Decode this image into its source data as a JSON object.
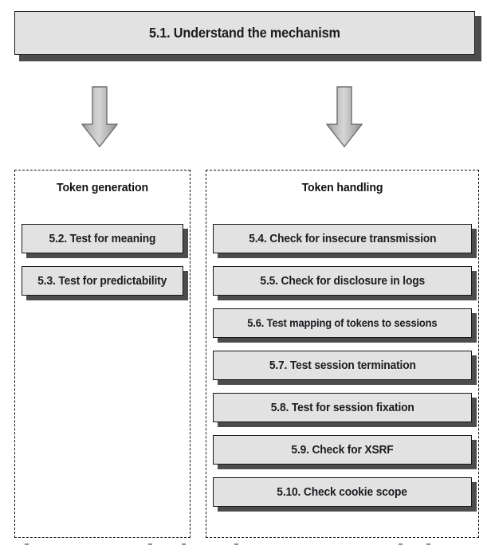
{
  "diagram": {
    "type": "flowchart",
    "title_box": {
      "id": "5.1",
      "label": "5.1. Understand the mechanism"
    },
    "connectors": [
      {
        "name": "arrow-to-token-generation",
        "icon": "arrow-down-icon",
        "direction": "down"
      },
      {
        "name": "arrow-to-token-handling",
        "icon": "arrow-down-icon",
        "direction": "down"
      }
    ],
    "groups": [
      {
        "key": "token_generation",
        "title": "Token generation",
        "steps": [
          {
            "id": "5.2",
            "label": "5.2. Test for meaning"
          },
          {
            "id": "5.3",
            "label": "5.3. Test for predictability"
          }
        ]
      },
      {
        "key": "token_handling",
        "title": "Token handling",
        "steps": [
          {
            "id": "5.4",
            "label": "5.4. Check for insecure transmission"
          },
          {
            "id": "5.5",
            "label": "5.5. Check for disclosure in logs"
          },
          {
            "id": "5.6",
            "label": "5.6. Test mapping of tokens to sessions"
          },
          {
            "id": "5.7",
            "label": "5.7. Test session termination"
          },
          {
            "id": "5.8",
            "label": "5.8. Test for session fixation"
          },
          {
            "id": "5.9",
            "label": "5.9. Check for XSRF"
          },
          {
            "id": "5.10",
            "label": "5.10. Check cookie scope"
          }
        ]
      }
    ],
    "colors": {
      "box_fill": "#e2e2e2",
      "box_border": "#17171a",
      "box_shadow": "#4c4c4e",
      "panel_border": "#111114",
      "text": "#1b1b20",
      "arrow_light": "#d9d9d9",
      "arrow_dark": "#9a9a9a",
      "page_background": "#ffffff"
    }
  }
}
